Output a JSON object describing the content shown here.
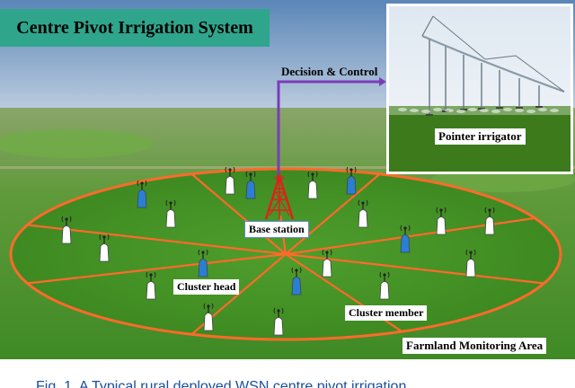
{
  "title": "Centre Pivot Irrigation System",
  "labels": {
    "decision_control": "Decision & Control",
    "pointer_irrigator": "Pointer irrigator",
    "base_station": "Base station",
    "cluster_head": "Cluster head",
    "cluster_member": "Cluster member",
    "farmland_area": "Farmland Monitoring Area"
  },
  "caption": "Fig. 1. A Typical rural deployed WSN centre pivot irrigation...",
  "colors": {
    "title_bg": "#2fa58c",
    "field_lines": "#ff6a2a",
    "decision_line": "#7a3db8",
    "cluster_head": "#2a7fd4",
    "cluster_member": "#ffffff",
    "tower": "#e0201a",
    "caption": "#1a4fa0"
  }
}
